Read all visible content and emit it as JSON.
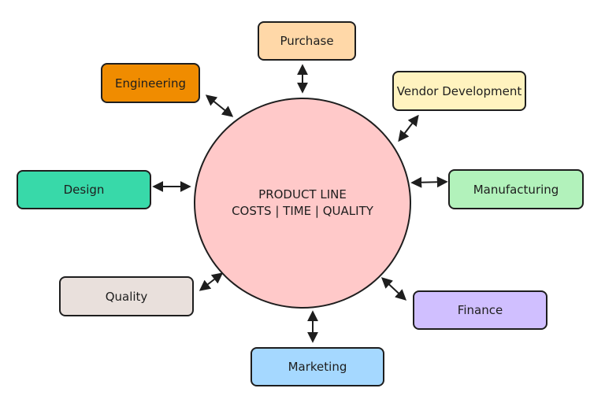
{
  "diagram": {
    "hub": {
      "line1": "PRODUCT LINE",
      "line2": "COSTS | TIME | QUALITY",
      "color": "#ffc9c9"
    },
    "nodes": [
      {
        "id": "purchase",
        "label": "Purchase",
        "color": "#ffd8a8"
      },
      {
        "id": "engineering",
        "label": "Engineering",
        "color": "#f08c00"
      },
      {
        "id": "vendor",
        "label": "Vendor Development",
        "color": "#fff3bf"
      },
      {
        "id": "design",
        "label": "Design",
        "color": "#38d9a9"
      },
      {
        "id": "manufacturing",
        "label": "Manufacturing",
        "color": "#b2f2bb"
      },
      {
        "id": "quality",
        "label": "Quality",
        "color": "#e9e0dc"
      },
      {
        "id": "finance",
        "label": "Finance",
        "color": "#d0bfff"
      },
      {
        "id": "marketing",
        "label": "Marketing",
        "color": "#a5d8ff"
      }
    ],
    "edges": [
      {
        "from": "hub",
        "to": "purchase",
        "style": "double-arrow"
      },
      {
        "from": "hub",
        "to": "engineering",
        "style": "double-arrow"
      },
      {
        "from": "hub",
        "to": "vendor",
        "style": "double-arrow"
      },
      {
        "from": "hub",
        "to": "design",
        "style": "double-arrow"
      },
      {
        "from": "hub",
        "to": "manufacturing",
        "style": "double-arrow"
      },
      {
        "from": "hub",
        "to": "quality",
        "style": "double-arrow"
      },
      {
        "from": "hub",
        "to": "finance",
        "style": "double-arrow"
      },
      {
        "from": "hub",
        "to": "marketing",
        "style": "double-arrow"
      }
    ]
  }
}
